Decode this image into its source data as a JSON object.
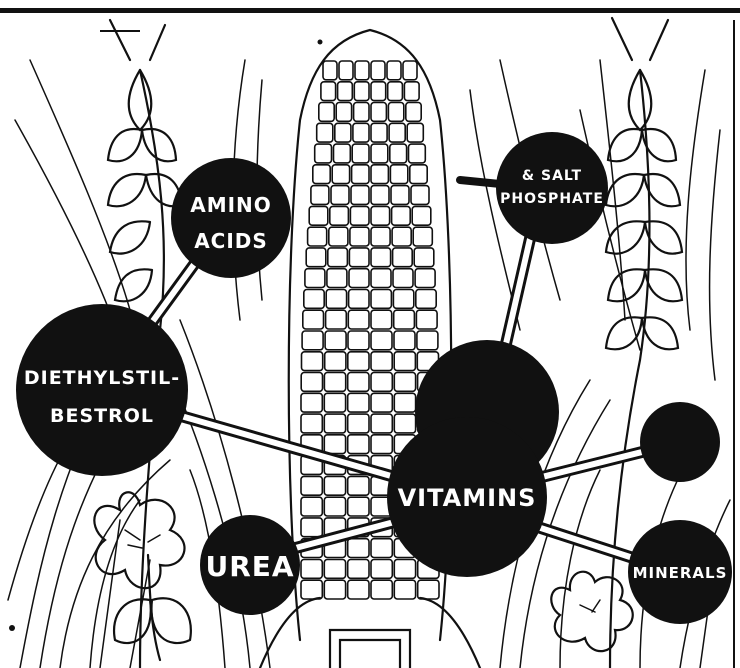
{
  "molecules": {
    "amino_acids": {
      "line1": "AMINO",
      "line2": "ACIDS"
    },
    "salt_phosphate": {
      "line1": "& SALT",
      "line2": "PHOSPHATE"
    },
    "diethylstilbestrol": {
      "line1": "DIETHYLSTIL-",
      "line2": "BESTROL"
    },
    "vitamins": {
      "label": "VITAMINS"
    },
    "urea": {
      "label": "UREA"
    },
    "minerals": {
      "label": "MINERALS"
    }
  },
  "colors": {
    "ink": "#111111",
    "paper": "#ffffff"
  }
}
